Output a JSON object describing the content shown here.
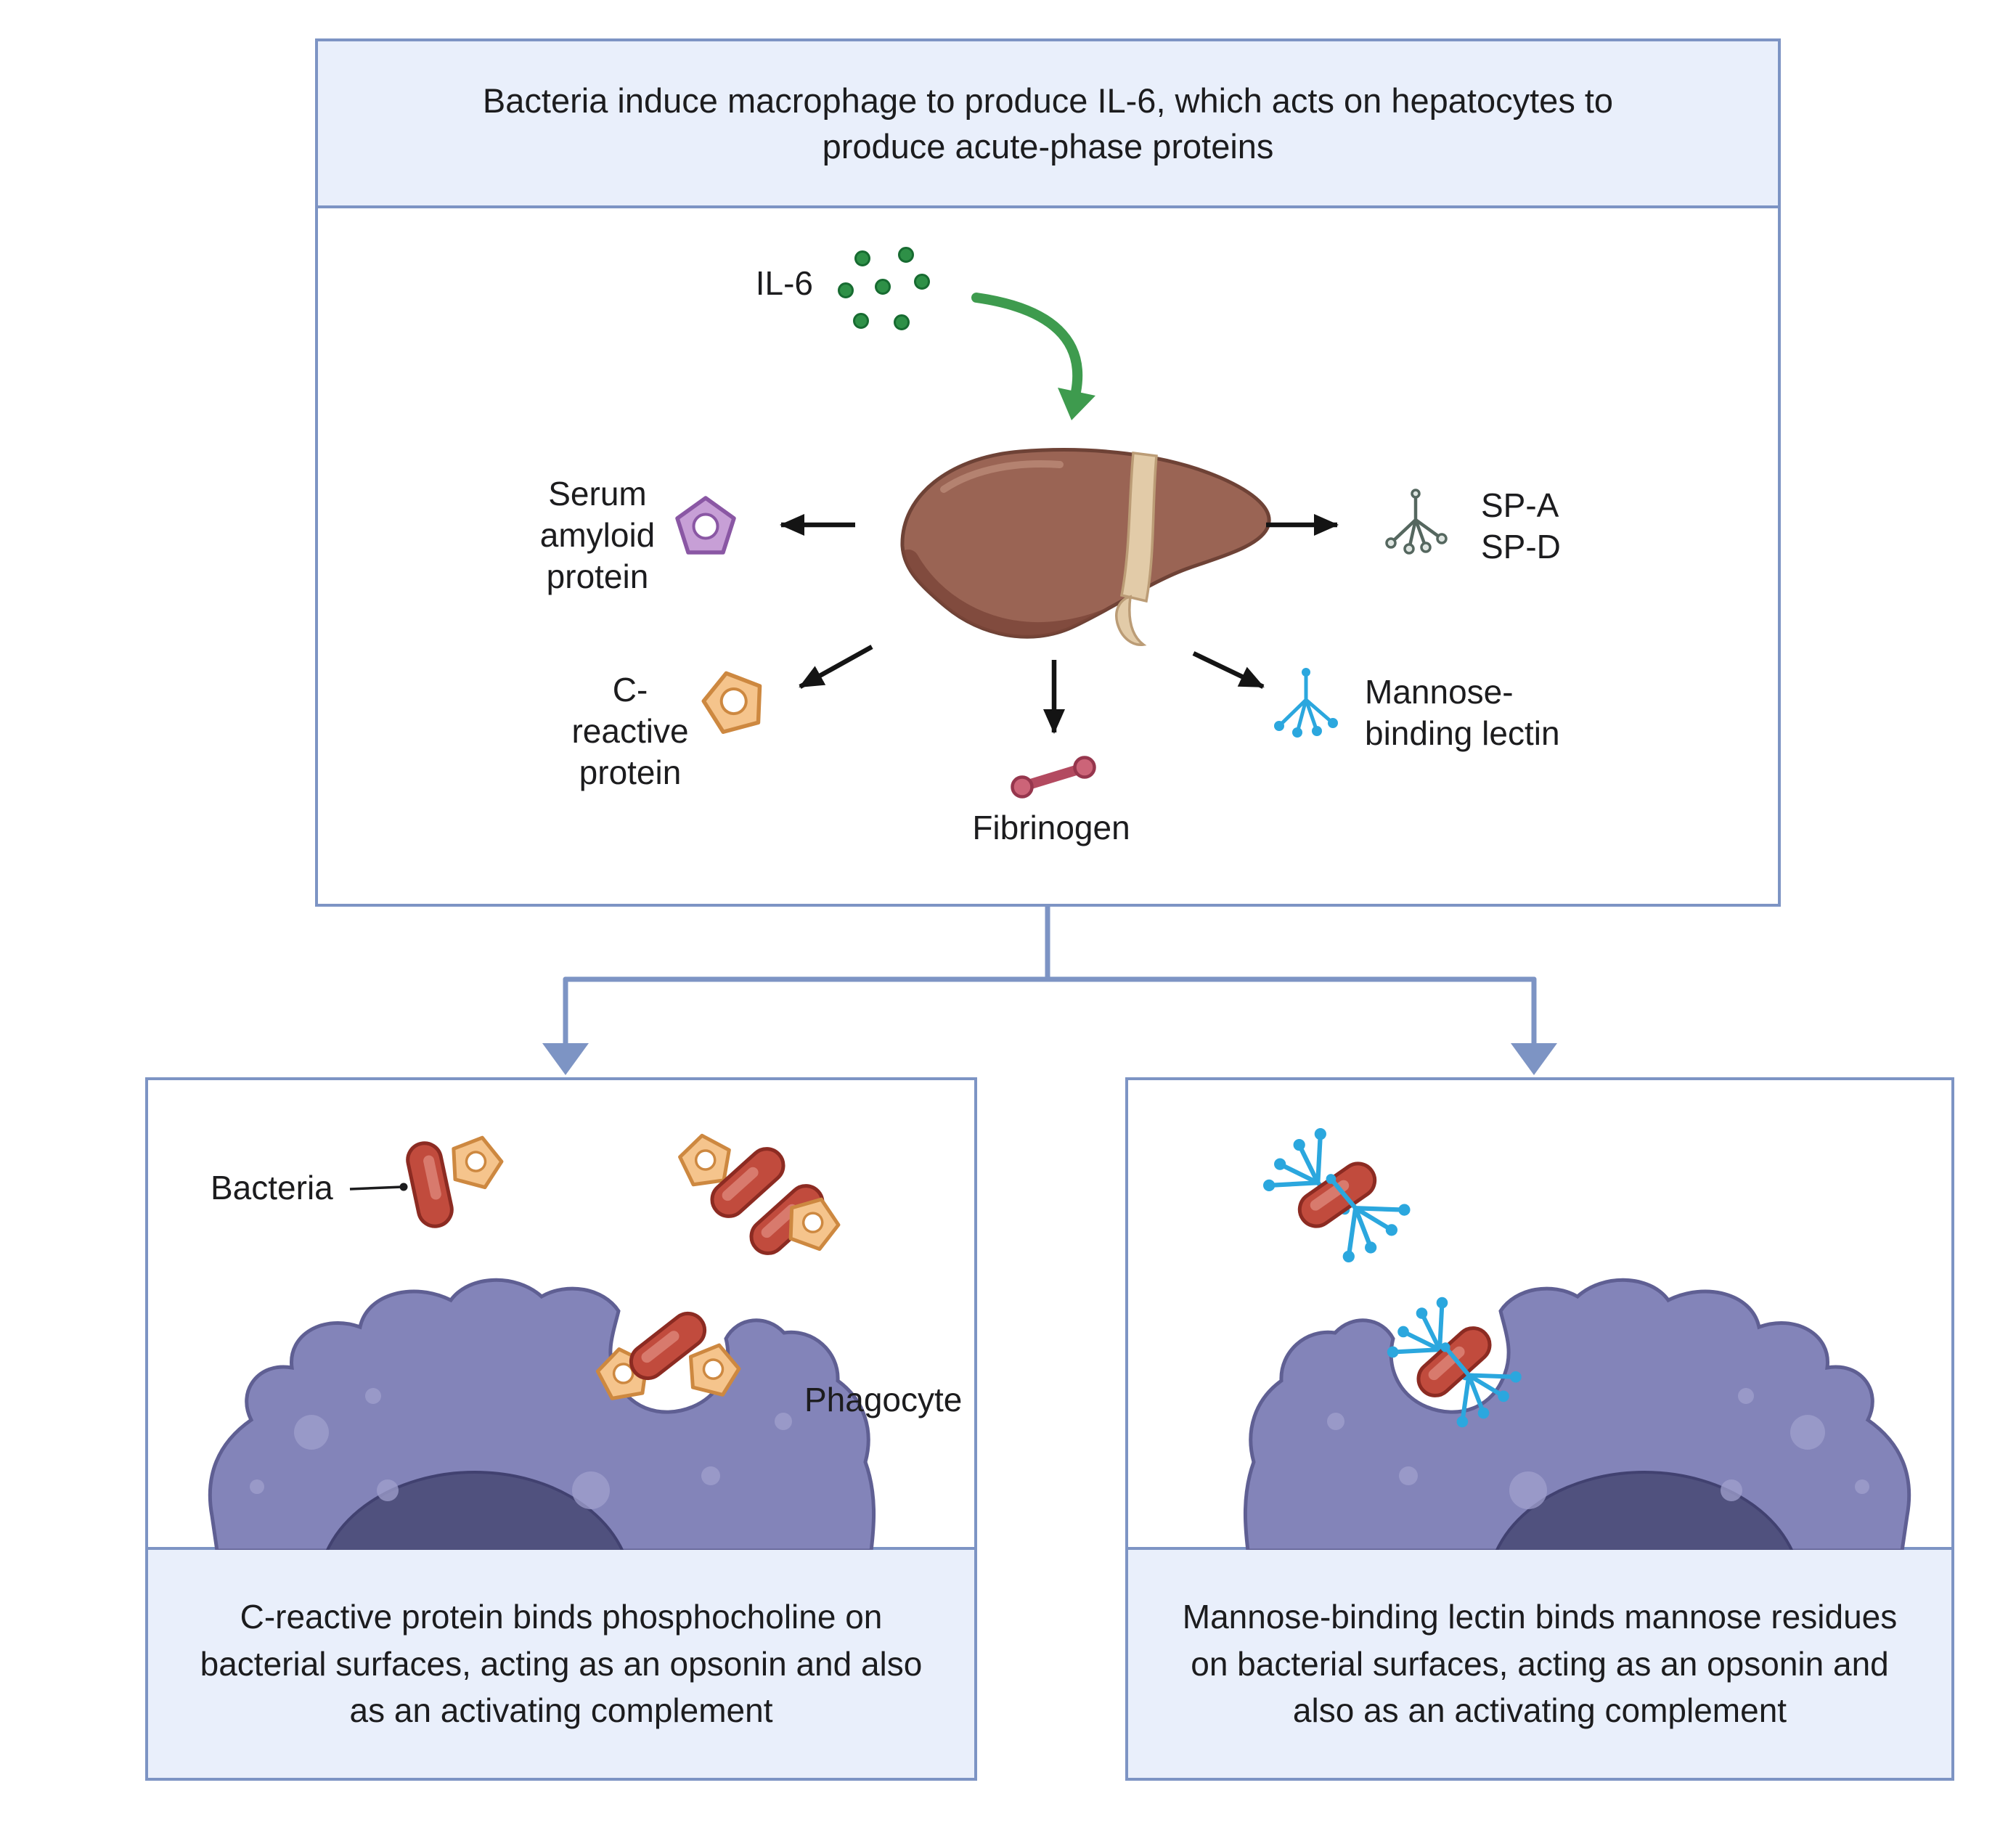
{
  "colors": {
    "canvas-bg": "#ffffff",
    "panel-border": "#7d94c4",
    "panel-bg": "#e9effb",
    "text": "#1c1c1e",
    "arrow-black": "#141414",
    "connector": "#7d94c4",
    "il6-green": "#2e9047",
    "liver-brown": "#9a6454",
    "sap-purple": "#c79fd6",
    "crp-orange": "#f5c48c",
    "sp-gray": "#55675f",
    "mbl-blue": "#2ba7de",
    "fibrinogen-red": "#cc6478",
    "bacteria-red": "#c14b3d",
    "phagocyte-purple": "#8384b9"
  },
  "top_panel": {
    "header": "Bacteria induce macrophage to produce IL-6, which acts on hepatocytes to\nproduce acute-phase proteins",
    "il6_label": "IL-6",
    "labels": {
      "serum_amyloid": "Serum\namyloid\nprotein",
      "c_reactive": "C-\nreactive\nprotein",
      "sp": "SP-A\nSP-D",
      "mbl": "Mannose-\nbinding lectin",
      "fibrinogen": "Fibrinogen"
    }
  },
  "left_panel": {
    "bacteria_label": "Bacteria",
    "phagocyte_label": "Phagocyte",
    "caption": "C-reactive protein binds phosphocholine on bacterial surfaces, acting as an opsonin and also as an activating complement"
  },
  "right_panel": {
    "caption": "Mannose-binding lectin binds mannose residues on bacterial surfaces, acting as an opsonin and also as an activating complement"
  }
}
